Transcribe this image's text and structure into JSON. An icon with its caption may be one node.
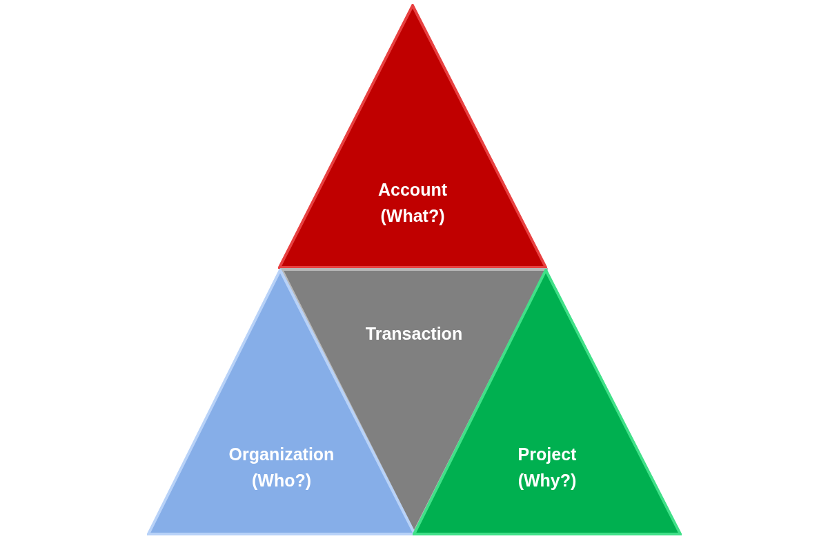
{
  "diagram": {
    "nodes": [
      {
        "text": [
          "Account",
          "(What?)"
        ]
      },
      {
        "text": [
          "Transaction"
        ]
      },
      {
        "text": [
          "Organization",
          "(Who?)"
        ]
      },
      {
        "text": [
          "Project",
          "(Why?)"
        ]
      }
    ]
  }
}
